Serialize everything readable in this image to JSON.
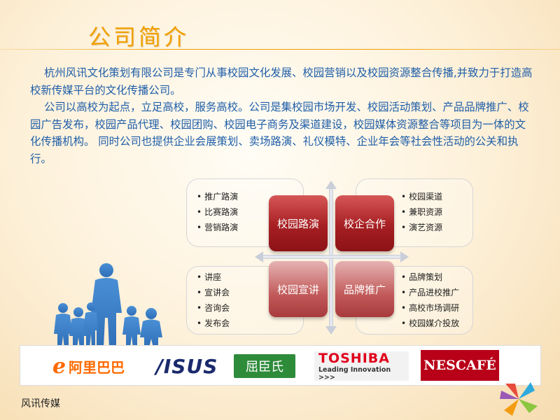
{
  "slide": {
    "title": "公司简介",
    "paragraphs": [
      "杭州风讯文化策划有限公司是专门从事校园文化发展、校园营销以及校园资源整合传播,并致力于打造高校新传媒平台的文化传播公司。",
      "公司以高校为起点，立足高校，服务高校。公司是集校园市场开发、校园活动策划、产品品牌推广、校园广告发布，校园产品代理、校园团购、校园电子商务及渠道建设，校园媒体资源整合等项目为一体的文化传播机构。 同时公司也提供企业会展策划、卖场路演、礼仪模特、企业年会等社会性活动的公关和执行。"
    ]
  },
  "matrix": {
    "quadrants": [
      {
        "label": "校园路演",
        "items": [
          "推广路演",
          "比赛路演",
          "营销路演"
        ]
      },
      {
        "label": "校企合作",
        "items": [
          "校园渠道",
          "兼职资源",
          "演艺资源"
        ]
      },
      {
        "label": "校园宣讲",
        "items": [
          "讲座",
          "宣讲会",
          "咨询会",
          "发布会"
        ]
      },
      {
        "label": "品牌推广",
        "items": [
          "品牌策划",
          "产品进校推广",
          "高校市场调研",
          "校园媒介投放"
        ]
      }
    ]
  },
  "logos": {
    "alibaba": "阿里巴巴",
    "asus": "/ISUS",
    "qcs": "屈臣氏",
    "toshiba": "TOSHIBA",
    "toshiba_tagline": "Leading Innovation >>>",
    "nescafe": "NESCAFÉ"
  },
  "footer": {
    "brand": "风讯传媒"
  },
  "colors": {
    "title": "#f0a000",
    "body_text": "#1f5ea8",
    "quadrant_dark": "#a61f22",
    "quadrant_light": "#c25a5a"
  },
  "icons": [
    "people-silhouette",
    "pinwheel-logo"
  ]
}
